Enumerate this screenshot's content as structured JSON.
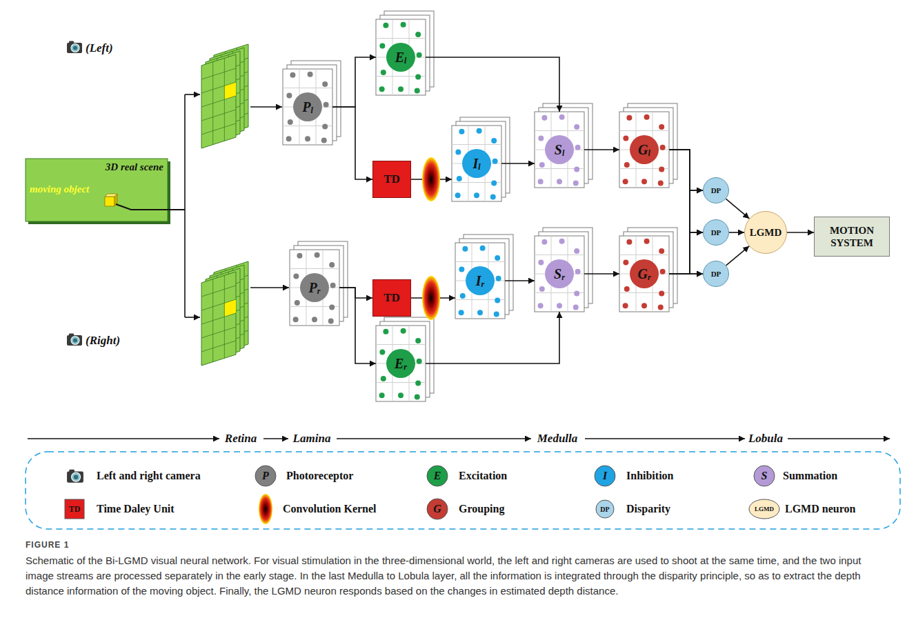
{
  "diagram": {
    "caption": "Schematic of the Bi-LGMD visual neural network. For visual stimulation in the three-dimensional world, the left and right cameras are used to shoot at the same time, and the two input image streams are processed separately in the early stage. In the last Medulla to Lobula layer, all the information is integrated through the disparity principle, so as to extract the depth distance information of the moving object. Finally, the LGMD neuron responds based on the changes in estimated depth distance.",
    "nodes": [
      {
        "text": [
          "3D real scene",
          "moving object"
        ]
      },
      {
        "text": [
          "P",
          "l"
        ]
      },
      {
        "text": [
          "E",
          "l"
        ]
      },
      {
        "text": [
          "TD"
        ]
      },
      {
        "text": [
          "I",
          "l"
        ]
      },
      {
        "text": [
          "S",
          "l"
        ]
      },
      {
        "text": [
          "G",
          "l"
        ]
      },
      {
        "text": [
          "P",
          "r"
        ]
      },
      {
        "text": [
          "TD"
        ]
      },
      {
        "text": [
          "I",
          "r"
        ]
      },
      {
        "text": [
          "E",
          "r"
        ]
      },
      {
        "text": [
          "S",
          "r"
        ]
      },
      {
        "text": [
          "G",
          "r"
        ]
      },
      {
        "text": [
          "DP"
        ]
      },
      {
        "text": [
          "DP"
        ]
      },
      {
        "text": [
          "DP"
        ]
      },
      {
        "text": [
          "LGMD"
        ]
      },
      {
        "text": [
          "MOTION SYSTEM"
        ]
      }
    ],
    "edges": [
      {
        "from": 1,
        "to": 2,
        "arrow": "to"
      },
      {
        "from": 1,
        "to": 3,
        "arrow": "to"
      },
      {
        "from": 3,
        "to": 4,
        "arrow": "to"
      },
      {
        "from": 4,
        "to": 5,
        "arrow": "to"
      },
      {
        "from": 2,
        "to": 5,
        "arrow": "to"
      },
      {
        "from": 5,
        "to": 6,
        "arrow": "to"
      },
      {
        "from": 7,
        "to": 8,
        "arrow": "to"
      },
      {
        "from": 7,
        "to": 10,
        "arrow": "to"
      },
      {
        "from": 8,
        "to": 9,
        "arrow": "to"
      },
      {
        "from": 9,
        "to": 11,
        "arrow": "to"
      },
      {
        "from": 10,
        "to": 11,
        "arrow": "to"
      },
      {
        "from": 11,
        "to": 12,
        "arrow": "to"
      },
      {
        "from": 6,
        "to": 13,
        "arrow": "to"
      },
      {
        "from": 6,
        "to": 14,
        "arrow": "to"
      },
      {
        "from": 6,
        "to": 15,
        "arrow": "to"
      },
      {
        "from": 12,
        "to": 13,
        "arrow": "to"
      },
      {
        "from": 12,
        "to": 14,
        "arrow": "to"
      },
      {
        "from": 12,
        "to": 15,
        "arrow": "to"
      },
      {
        "from": 13,
        "to": 16,
        "arrow": "to"
      },
      {
        "from": 14,
        "to": 16,
        "arrow": "to"
      },
      {
        "from": 15,
        "to": 16,
        "arrow": "to"
      },
      {
        "from": 16,
        "to": 17,
        "arrow": "to"
      }
    ],
    "labels": [
      "(Left)",
      "(Right)",
      "Retina",
      "Lamina",
      "Medulla",
      "Lobula",
      "P",
      "E",
      "I",
      "S",
      "TD",
      "G",
      "DP",
      "LGMD",
      "FIGURE 1"
    ],
    "legend": [
      {
        "text": "Left and right camera"
      },
      {
        "text": "Photoreceptor",
        "color": "#808080"
      },
      {
        "text": "Excitation",
        "color": "#1e9e48"
      },
      {
        "text": "Inhibition",
        "color": "#1fa3e3"
      },
      {
        "text": "Summation",
        "color": "#b39ad6"
      },
      {
        "text": "Time Daley Unit",
        "color": "#e31b1b"
      },
      {
        "text": "Convolution Kernel"
      },
      {
        "text": "Grouping",
        "color": "#c43c33"
      },
      {
        "text": "Disparity",
        "color": "#a9d4ea"
      },
      {
        "text": "LGMD neuron",
        "color": "#fdebc4"
      }
    ]
  }
}
